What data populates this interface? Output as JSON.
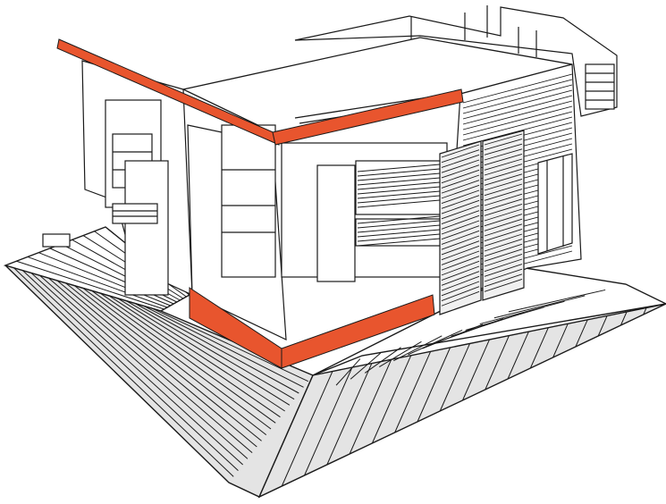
{
  "colors": {
    "background": "#ffffff",
    "line": "#1a1a1a",
    "accent": "#e8552e",
    "accent_dark": "#b8391a",
    "deck_fill": "#ffffff",
    "slat_fill": "#dcdcdc",
    "shutter_fill": "#c8c8c8"
  },
  "components": {
    "deck": "deck-platform",
    "roof": "roof-slab",
    "top_fascia": "roof-fascia-highlight",
    "bottom_fascia": "floor-band-highlight",
    "shutters": "sliding-louver-shutters",
    "upper_volume": "rooftop-structure"
  }
}
